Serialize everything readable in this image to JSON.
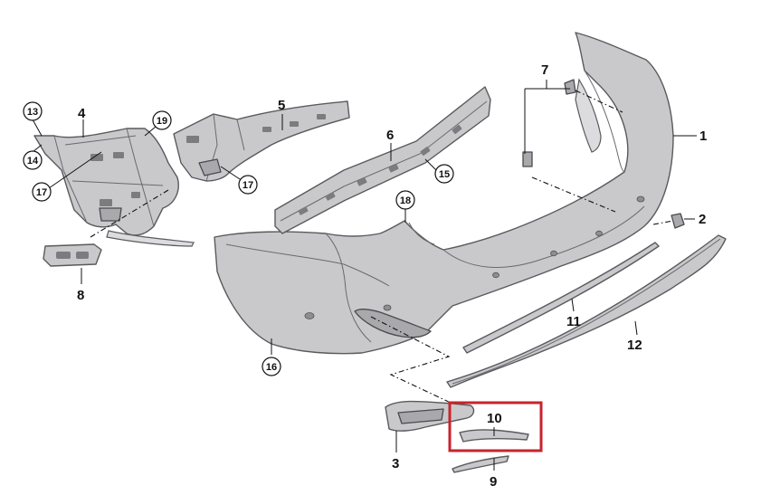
{
  "labels": {
    "p1": "1",
    "p2": "2",
    "p3": "3",
    "p4": "4",
    "p5": "5",
    "p6": "6",
    "p7": "7",
    "p8": "8",
    "p9": "9",
    "p10": "10",
    "p11": "11",
    "p12": "12",
    "p13": "13",
    "p14": "14",
    "p15": "15",
    "p16": "16",
    "p17a": "17",
    "p17b": "17",
    "p18": "18",
    "p19": "19"
  },
  "highlighted_part": "10",
  "colors": {
    "highlight": "#c8232c",
    "part_fill": "#c9c9cc",
    "outline": "#5a5a5e"
  }
}
